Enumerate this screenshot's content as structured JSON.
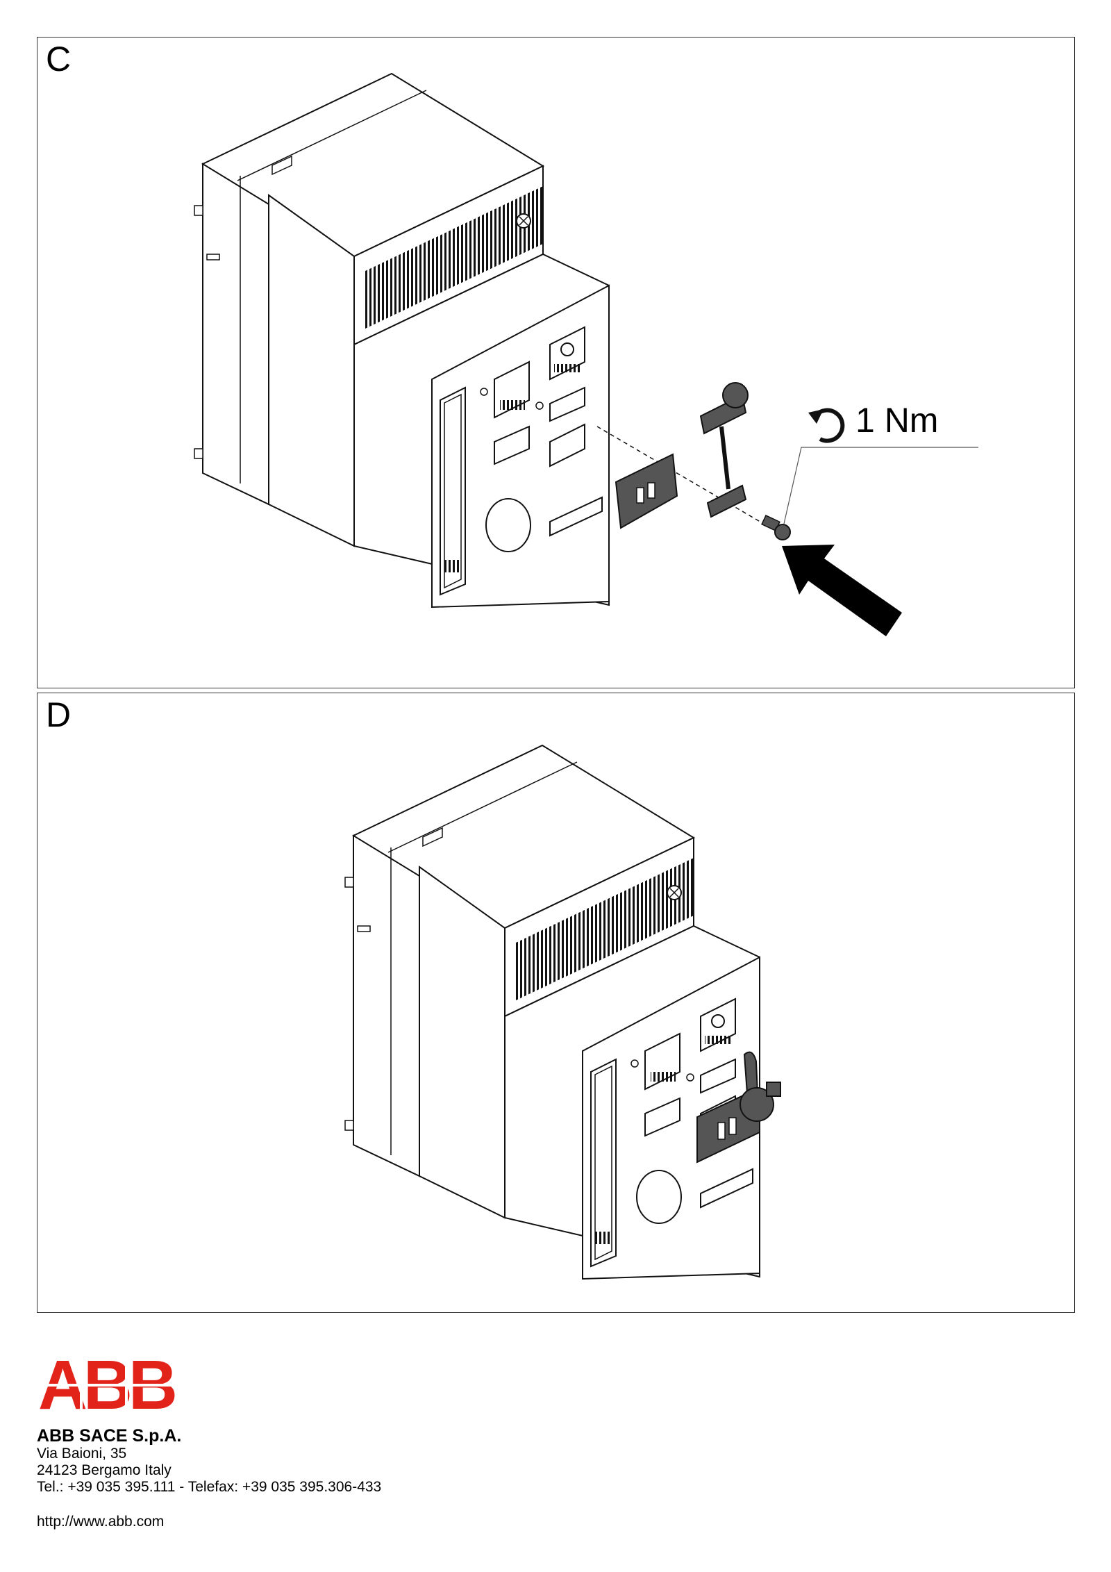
{
  "panels": {
    "c": {
      "label": "C",
      "torque": "1 Nm"
    },
    "d": {
      "label": "D"
    }
  },
  "logo": {
    "text": "ABB",
    "color": "#e2231a"
  },
  "footer": {
    "company": "ABB SACE S.p.A.",
    "address_line1": "Via Baioni, 35",
    "address_line2": "24123 Bergamo Italy",
    "phone": "Tel.: +39 035 395.111 - Telefax: +39 035 395.306-433",
    "website": "http://www.abb.com"
  },
  "colors": {
    "frame": "#333333",
    "accessory_fill": "#555555",
    "arrow": "#000000"
  }
}
